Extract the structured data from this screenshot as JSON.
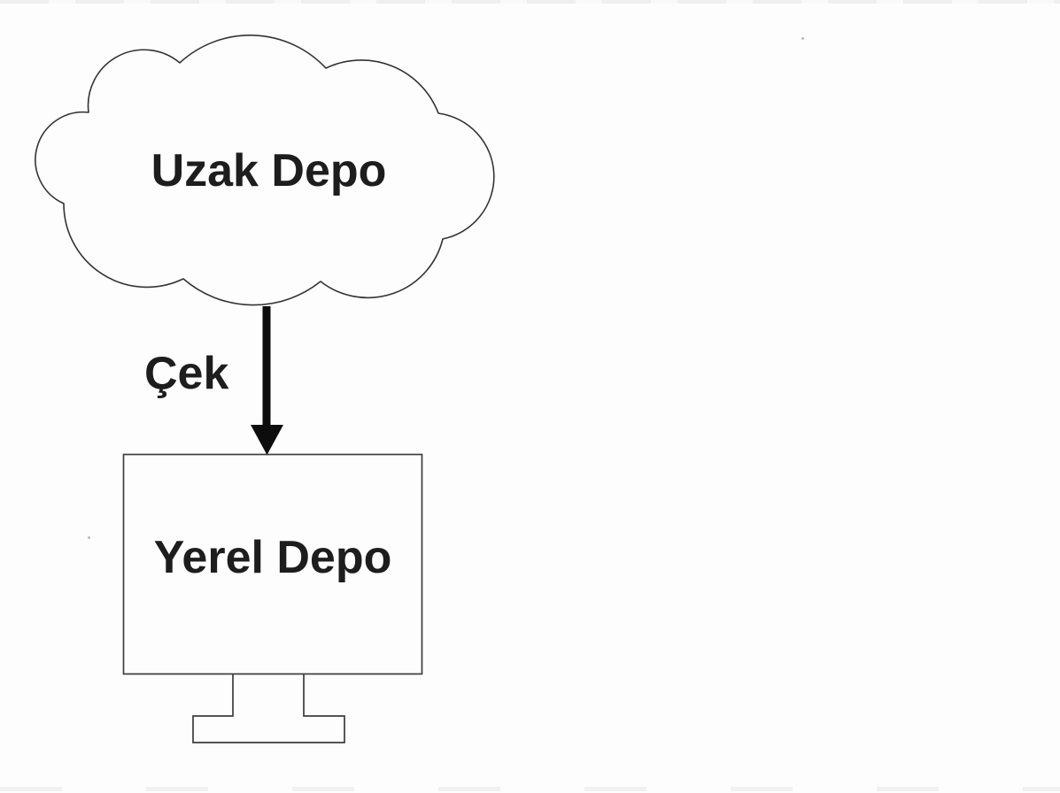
{
  "diagram": {
    "remote_repository": {
      "label": "Uzak Depo"
    },
    "action": {
      "label": "Çek"
    },
    "local_repository": {
      "label": "Yerel Depo"
    },
    "colors": {
      "shape_outline": "#333333",
      "label_text": "#1d1d1d",
      "arrow_fill": "#0d0d0d",
      "background": "#fdfdfd"
    }
  }
}
